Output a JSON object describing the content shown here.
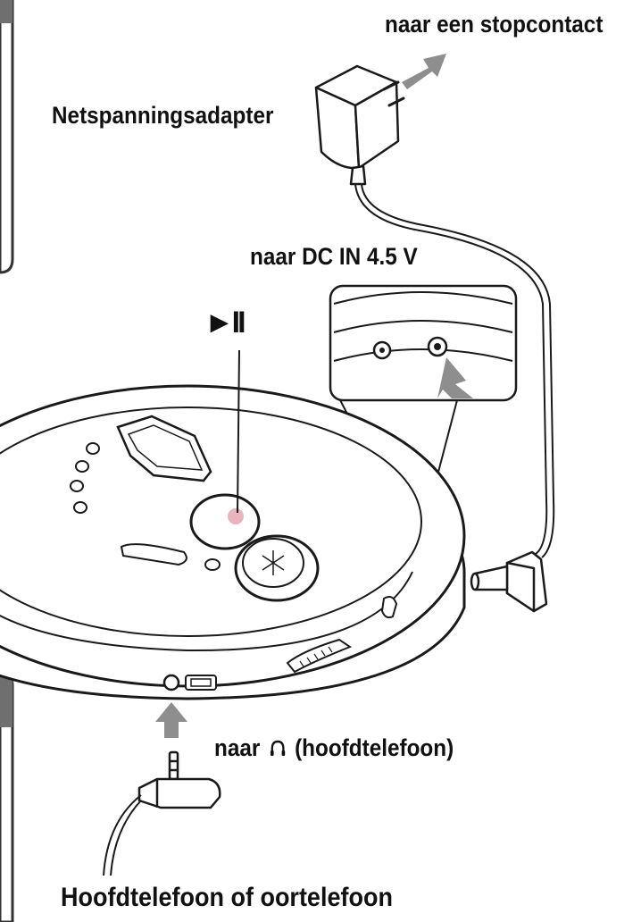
{
  "labels": {
    "outlet": "naar een stopcontact",
    "adapter": "Netspanningsadapter",
    "dc_in": "naar DC IN 4.5 V",
    "play_pause": "►II",
    "headphone_prefix": "naar",
    "headphone_suffix": "(hoofdtelefoon)",
    "headphones": "Hoofdtelefoon of oortelefoon"
  },
  "icons": {
    "headphone": "headphone-icon",
    "arrows": "arrow-icon"
  },
  "colors": {
    "line": "#1a1a1a",
    "arrow": "#8e8e8e",
    "tab": "#6f6f6f",
    "button_highlight": "#e5a0ad"
  }
}
